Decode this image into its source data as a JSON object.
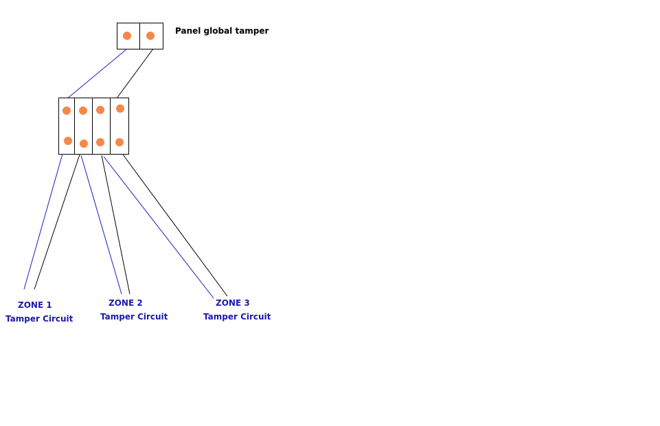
{
  "diagram": {
    "global_tamper_label": "Panel global tamper",
    "zones": [
      {
        "name": "ZONE 1",
        "circuit": "Tamper Circuit"
      },
      {
        "name": "ZONE 2",
        "circuit": "Tamper Circuit"
      },
      {
        "name": "ZONE 3",
        "circuit": "Tamper Circuit"
      }
    ]
  },
  "colors": {
    "terminal_dot": "#f4884a",
    "blue_wire": "#1c1cc0",
    "black_wire": "#000000",
    "label_blue": "#1a1aa8",
    "box_border": "#000000"
  },
  "icons": {
    "terminal": "orange-dot-icon"
  }
}
